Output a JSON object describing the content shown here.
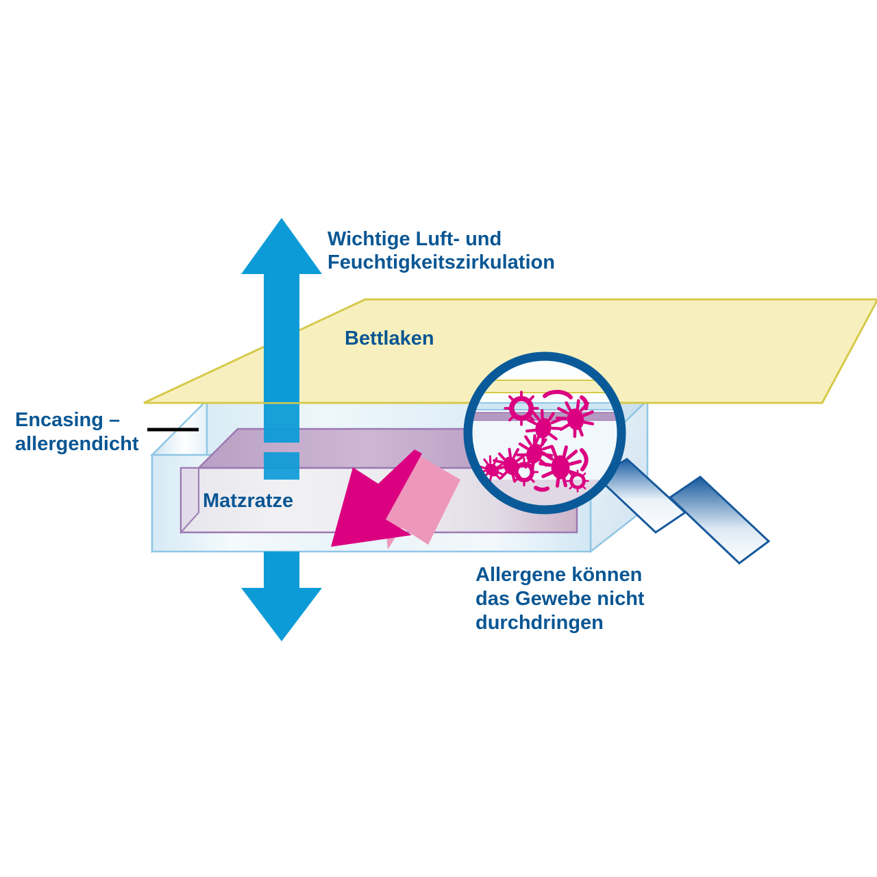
{
  "diagram": {
    "title": "Encasing mattress cover diagram",
    "language": "de",
    "labels": {
      "airflow": {
        "line1": "Wichtige Luft- und",
        "line2": "Feuchtigkeitszirkulation"
      },
      "sheet": "Bettlaken",
      "encasing": {
        "line1": "Encasing –",
        "line2": "allergendicht"
      },
      "mattress": "Matzratze",
      "allergens": {
        "line1": "Allergene können",
        "line2": "das Gewebe nicht",
        "line3": "durchdringen"
      }
    },
    "colors": {
      "text_blue": "#0A5693",
      "arrow_blue": "#0D9BD7",
      "magenta": "#DB0080",
      "magenta_light": "#EE97BC",
      "sheet_fill": "#F7F0BE",
      "sheet_stroke": "#D6C94A",
      "encasing_fill": "#DCEDF6",
      "encasing_stroke": "#8FC6E4",
      "mattress_stroke": "#9B79B0",
      "mattress_fill": "#E8E8EC",
      "lens_rim": "#0A5A99",
      "handle_dark": "#17599C",
      "background": "#FFFFFF"
    },
    "elements": [
      {
        "name": "up-arrow",
        "meaning": "air and moisture circulation upward"
      },
      {
        "name": "down-arrow",
        "meaning": "air and moisture circulation downward"
      },
      {
        "name": "bed-sheet",
        "meaning": "Bettlaken sheet plane"
      },
      {
        "name": "encasing-box",
        "meaning": "allergen proof encasing"
      },
      {
        "name": "mattress-box",
        "meaning": "mattress inside encasing"
      },
      {
        "name": "magenta-arrow",
        "meaning": "allergens blocked by fabric"
      },
      {
        "name": "magnifier",
        "meaning": "magnified view of dust mites and allergens"
      }
    ],
    "magnifier": {
      "mites": 6,
      "pollen": 4,
      "fragments": 4,
      "contents_color": "#DB0080"
    }
  }
}
